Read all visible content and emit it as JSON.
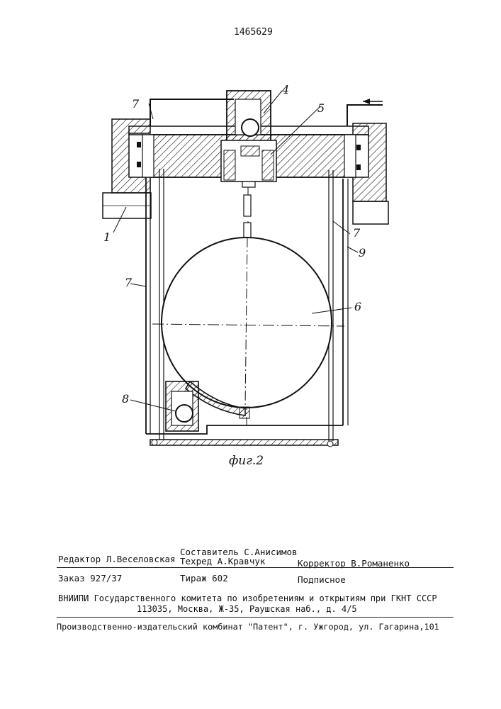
{
  "patent_number": "1465629",
  "figure": {
    "caption": "фиг.2",
    "labels": [
      "1",
      "4",
      "5",
      "6",
      "7",
      "7",
      "7",
      "8",
      "9"
    ]
  },
  "imprint": {
    "editor": "Редактор Л.Веселовская",
    "compiler": "Составитель С.Анисимов",
    "techred": "Техред А.Кравчук",
    "corrector": "Корректор В.Романенко",
    "order": "Заказ 927/37",
    "circulation": "Тираж 602",
    "subscription": "Подписное",
    "org_line1": "ВНИИПИ Государственного комитета по изобретениям и открытиям при ГКНТ СССР",
    "org_line2": "113035, Москва, Ж-35, Раушская наб., д. 4/5",
    "publisher": "Производственно-издательский комбинат \"Патент\", г. Ужгород, ул. Гагарина,101"
  },
  "colors": {
    "ink": "#111111",
    "paper": "#ffffff"
  }
}
